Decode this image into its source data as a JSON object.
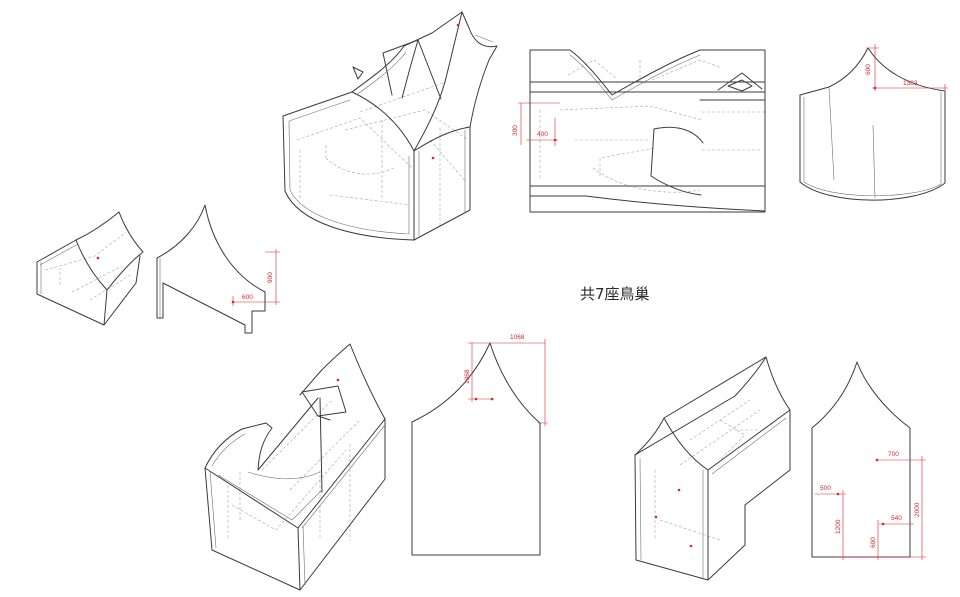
{
  "title": "共7座鳥巢",
  "colors": {
    "background": "#ffffff",
    "outline": "#3b3b3b",
    "secondary_line": "#707070",
    "hidden_line": "#a6a6a6",
    "dimension": "#d7262d",
    "title_text": "#2b2b2b"
  },
  "drawings": {
    "elevation_top": {
      "dimensions": [
        "300",
        "400"
      ]
    },
    "profile_top_right": {
      "dimensions": [
        "600",
        "1383"
      ]
    },
    "profile_left": {
      "dimensions": [
        "900",
        "600"
      ]
    },
    "profile_bottom_middle": {
      "dimensions": [
        "1068",
        "1068"
      ]
    },
    "profile_bottom_right": {
      "dimensions": [
        "700",
        "500",
        "540",
        "1200",
        "2000",
        "600"
      ]
    }
  }
}
